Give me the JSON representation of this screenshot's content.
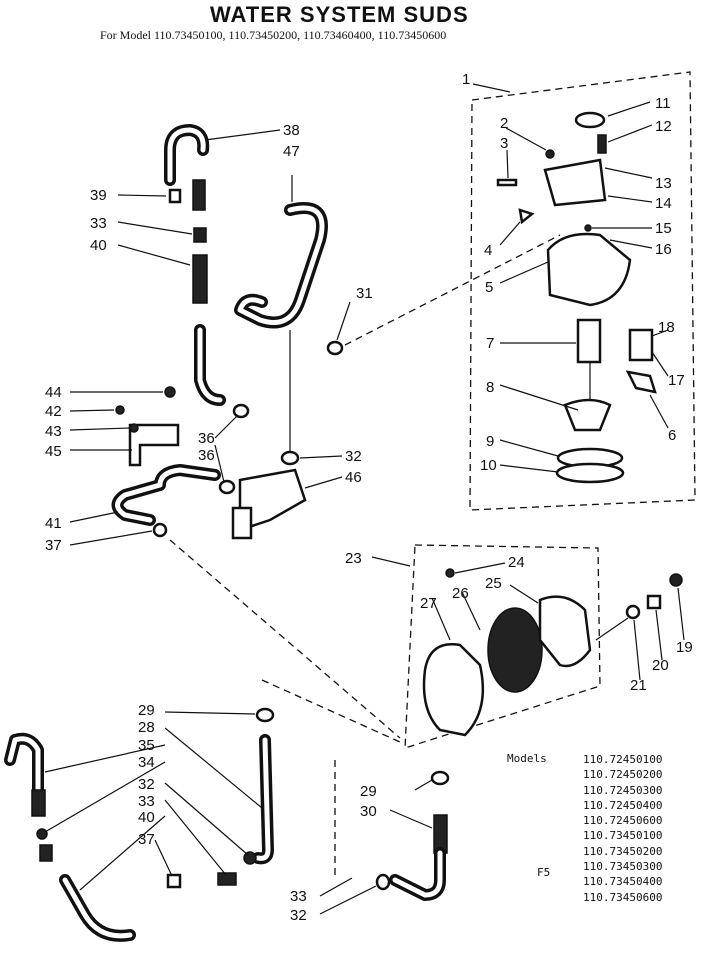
{
  "title": "WATER SYSTEM SUDS",
  "subtitle": "For Model 110.73450100, 110.73450200, 110.73460400, 110.73450600",
  "models_label": "Models",
  "models": [
    "110.72450100",
    "110.72450200",
    "110.72450300",
    "110.72450400",
    "110.72450600",
    "110.73450100",
    "110.73450200",
    "110.73450300",
    "110.73450400",
    "110.73450600"
  ],
  "footer_code": "F5",
  "callouts": [
    "1",
    "2",
    "3",
    "4",
    "5",
    "6",
    "7",
    "8",
    "9",
    "10",
    "11",
    "12",
    "13",
    "14",
    "15",
    "16",
    "17",
    "18",
    "19",
    "20",
    "21",
    "23",
    "24",
    "25",
    "26",
    "27",
    "28",
    "29",
    "30",
    "31",
    "32",
    "33",
    "34",
    "35",
    "36",
    "37",
    "38",
    "39",
    "40",
    "41",
    "42",
    "43",
    "44",
    "45",
    "46",
    "47"
  ],
  "extra_callouts": [
    "32",
    "33",
    "36",
    "37",
    "40",
    "29",
    "32",
    "33"
  ]
}
